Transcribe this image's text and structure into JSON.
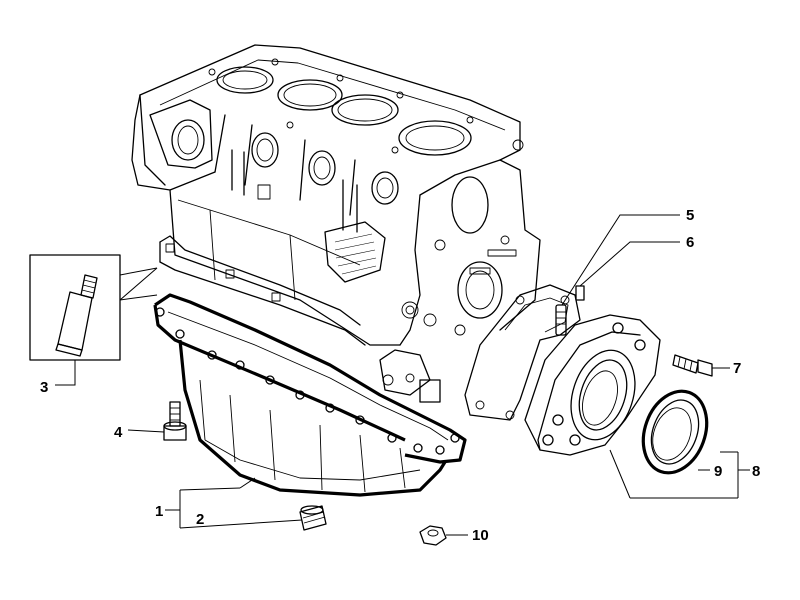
{
  "diagram": {
    "part_labels": {
      "p1": "1",
      "p2": "2",
      "p3": "3",
      "p4": "4",
      "p5": "5",
      "p6": "6",
      "p7": "7",
      "p8": "8",
      "p9": "9",
      "p10": "10"
    },
    "icons": {
      "engine_block": "engine-block-icon",
      "oil_pan": "oil-pan-icon",
      "sealant_tube": "sealant-tube-icon",
      "rear_seal_housing": "seal-housing-icon",
      "oil_seal_ring": "oil-seal-ring-icon"
    },
    "colors": {
      "line": "#000000",
      "background": "#ffffff"
    }
  }
}
